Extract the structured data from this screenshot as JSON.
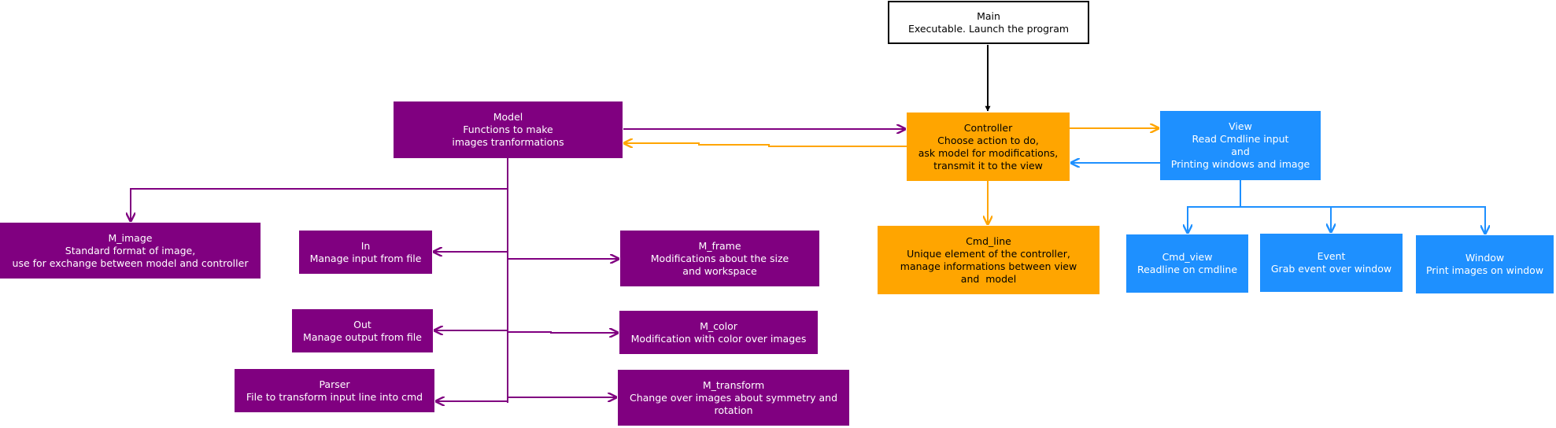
{
  "colors": {
    "model": "#800080",
    "controller": "#ffa500",
    "view": "#1e90ff",
    "main_border": "#000000"
  },
  "nodes": {
    "main": [
      "Main",
      "Executable. Launch the program"
    ],
    "model": [
      "Model",
      "Functions to make",
      "images tranformations"
    ],
    "controller": [
      "Controller",
      "Choose action to do,",
      "ask model for modifications,",
      "transmit it to the view"
    ],
    "view": [
      "View",
      "Read Cmdline input",
      "and",
      "Printing windows and image"
    ],
    "m_image": [
      "M_image",
      "Standard format of image,",
      "use for exchange between model and controller"
    ],
    "in": [
      "In",
      "Manage input from file"
    ],
    "m_frame": [
      "M_frame",
      "Modifications about the size",
      "and workspace"
    ],
    "out": [
      "Out",
      "Manage output from file"
    ],
    "m_color": [
      "M_color",
      "Modification with color over images"
    ],
    "parser": [
      "Parser",
      "File to transform input line into cmd"
    ],
    "m_transform": [
      "M_transform",
      "Change over images about symmetry and",
      "rotation"
    ],
    "cmd_line": [
      "Cmd_line",
      "Unique element of the controller,",
      "manage informations between view",
      "and  model"
    ],
    "cmd_view": [
      "Cmd_view",
      "Readline on cmdline"
    ],
    "event": [
      "Event",
      "Grab event over window"
    ],
    "window": [
      "Window",
      "Print images on window"
    ]
  }
}
